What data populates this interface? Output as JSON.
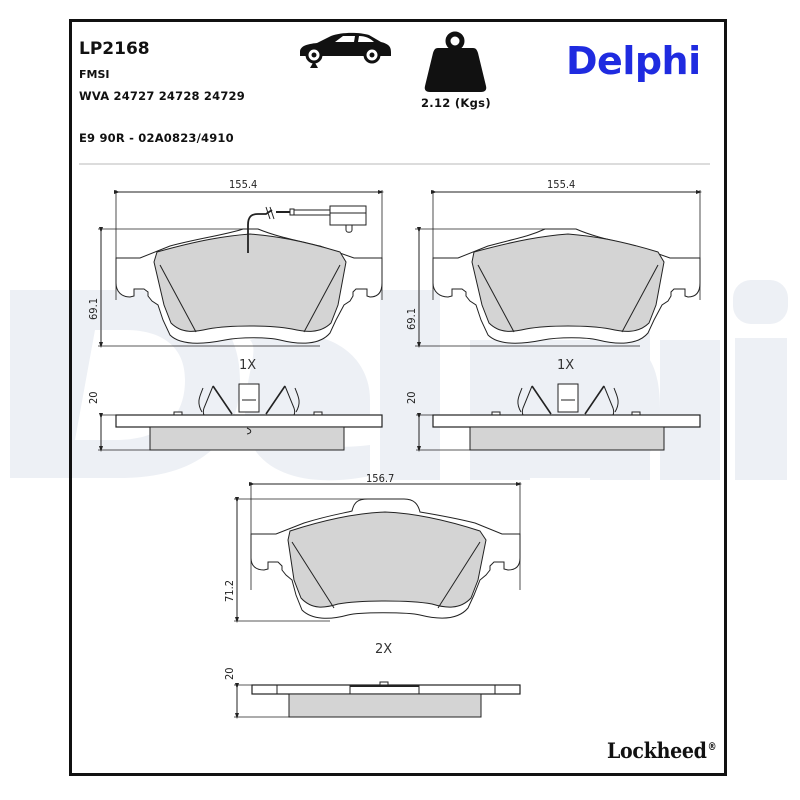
{
  "header": {
    "part_number": "LP2168",
    "fmsi_label": "FMSI",
    "wva_numbers": "WVA 24727 24728 24729",
    "approval": "E9 90R - 02A0823/4910",
    "weight": "2.12 (Kgs)",
    "brand": "Delphi",
    "axle_icon": "car-front-axle-icon",
    "weight_icon": "weight-icon"
  },
  "footer": {
    "brand": "Lockheed",
    "trademark": "®"
  },
  "watermark": {
    "text": "Delphi",
    "color": "#edf0f5"
  },
  "colors": {
    "brand_blue": "#1f2be0",
    "pad_fill": "#d4d4d4",
    "line": "#222222"
  },
  "drawings": [
    {
      "id": "pad-left-with-sensor",
      "width_dim": "155.4",
      "height_dim": "69.1",
      "thickness_dim": "20",
      "quantity": "1X",
      "has_wear_sensor": true,
      "has_spring_clip": true
    },
    {
      "id": "pad-right",
      "width_dim": "155.4",
      "height_dim": "69.1",
      "thickness_dim": "20",
      "quantity": "1X",
      "has_wear_sensor": false,
      "has_spring_clip": true
    },
    {
      "id": "pad-rear",
      "width_dim": "156.7",
      "height_dim": "71.2",
      "thickness_dim": "20",
      "quantity": "2X",
      "has_wear_sensor": false,
      "has_spring_clip": false
    }
  ]
}
